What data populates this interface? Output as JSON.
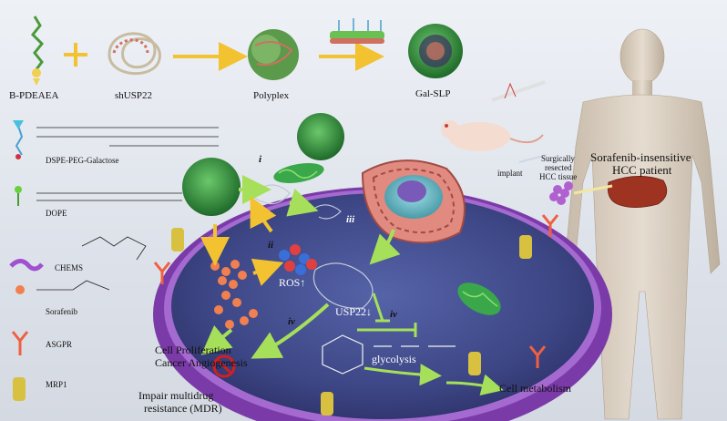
{
  "top_row": {
    "b_pdeaea": "B-PDEAEA",
    "plus": "+",
    "shusp22": "shUSP22",
    "polyplex": "Polyplex",
    "gal_slp": "Gal-SLP"
  },
  "legend": {
    "dspe": "DSPE-PEG-Galactose",
    "dope": "DOPE",
    "chems": "CHEMS",
    "sorafenib": "Sorafenib",
    "asgpr": "ASGPR",
    "mrp1": "MRP1"
  },
  "cell": {
    "step_i": "i",
    "step_ii": "ii",
    "step_iii": "iii",
    "step_iv_left": "iv",
    "step_iv_right": "iv",
    "ros": "ROS↑",
    "usp22": "USP22↓",
    "glycolysis": "glycolysis",
    "cell_prolif": "Cell Proliferation",
    "angiogenesis": "Cancer Angiogenesis",
    "impair_1": "Impair multidrug",
    "impair_2": "resistance (MDR)",
    "cell_metabolism": "Cell metabolism"
  },
  "right": {
    "implant": "implant",
    "resected_1": "Surgically",
    "resected_2": "resected",
    "resected_3": "HCC tissue",
    "patient_1": "Sorafenib-insensitive",
    "patient_2": "HCC patient"
  },
  "colors": {
    "membrane": "#8a3fb8",
    "cytoplasm": "#3f4a8a",
    "arrow": "#a6e05a",
    "nanoparticle": "#2e8b3a",
    "sorafenib": "#f08050",
    "ros": "#3a6fd8",
    "mitochondria": "#3aa84a",
    "nucleus": "#7ab8c8",
    "er": "#d06a6a"
  }
}
